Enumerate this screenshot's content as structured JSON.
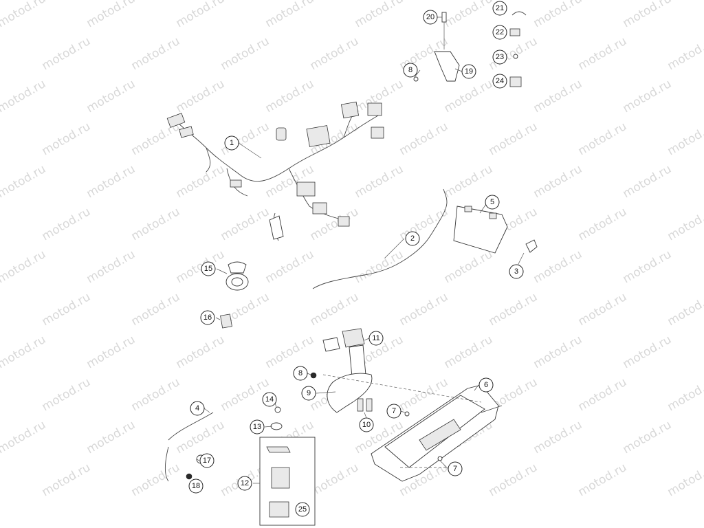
{
  "watermark": {
    "text": "motod.ru"
  },
  "callouts": [
    {
      "label": "1"
    },
    {
      "label": "2"
    },
    {
      "label": "3"
    },
    {
      "label": "4"
    },
    {
      "label": "5"
    },
    {
      "label": "6"
    },
    {
      "label": "7"
    },
    {
      "label": "7"
    },
    {
      "label": "8"
    },
    {
      "label": "8"
    },
    {
      "label": "9"
    },
    {
      "label": "10"
    },
    {
      "label": "11"
    },
    {
      "label": "12"
    },
    {
      "label": "13"
    },
    {
      "label": "14"
    },
    {
      "label": "15"
    },
    {
      "label": "16"
    },
    {
      "label": "17"
    },
    {
      "label": "18"
    },
    {
      "label": "19"
    },
    {
      "label": "20"
    },
    {
      "label": "21"
    },
    {
      "label": "22"
    },
    {
      "label": "23"
    },
    {
      "label": "24"
    },
    {
      "label": "25"
    }
  ]
}
